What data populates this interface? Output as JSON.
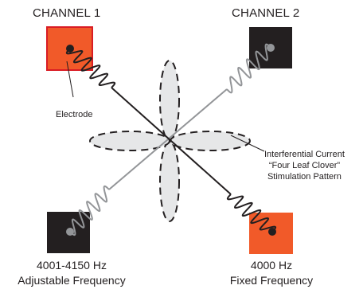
{
  "channels": [
    {
      "label": "CHANNEL 1",
      "electrode_color": "#f15a29",
      "electrode_border": "#d91c24",
      "far_electrode_color": "#231f20"
    },
    {
      "label": "CHANNEL 2",
      "electrode_color": "#231f20",
      "far_electrode_color": "#f15a29"
    }
  ],
  "electrode_label": "Electrode",
  "pattern_label": {
    "line1": "Interferential Current",
    "line2": "“Four Leaf Clover”",
    "line3": "Stimulation Pattern"
  },
  "left_frequency": {
    "value": "4001-4150 Hz",
    "caption": "Adjustable Frequency"
  },
  "right_frequency": {
    "value": "4000 Hz",
    "caption": "Fixed Frequency"
  },
  "colors": {
    "wire_black": "#231f20",
    "wire_grey": "#939598",
    "lobe_fill": "#e6e7e8",
    "orange": "#f15a29",
    "dark": "#231f20"
  }
}
